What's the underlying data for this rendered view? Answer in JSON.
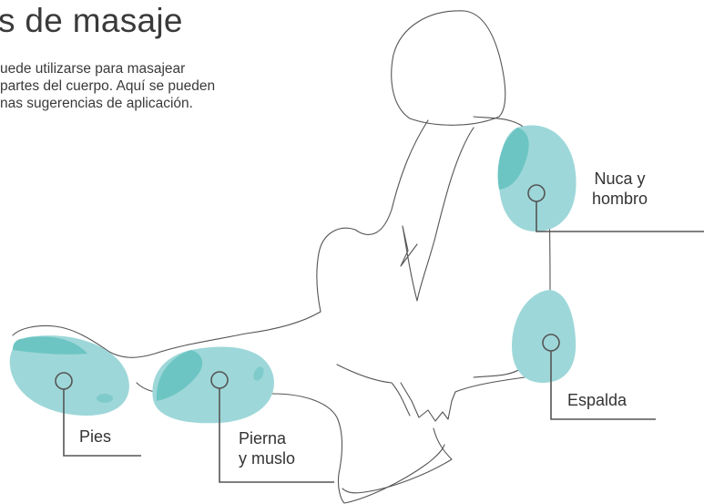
{
  "title": "s de masaje",
  "intro": [
    "uede utilizarse para masajear",
    "partes del cuerpo. Aquí se pueden",
    "nas sugerencias de aplicación."
  ],
  "labels": {
    "neck": [
      "Nuca y",
      "hombro"
    ],
    "back": "Espalda",
    "feet": "Pies",
    "leg": [
      "Pierna",
      "y muslo"
    ]
  },
  "colors": {
    "zone": "#9ed7d9",
    "zone_dark": "#6cc5c3",
    "line": "#555555"
  }
}
